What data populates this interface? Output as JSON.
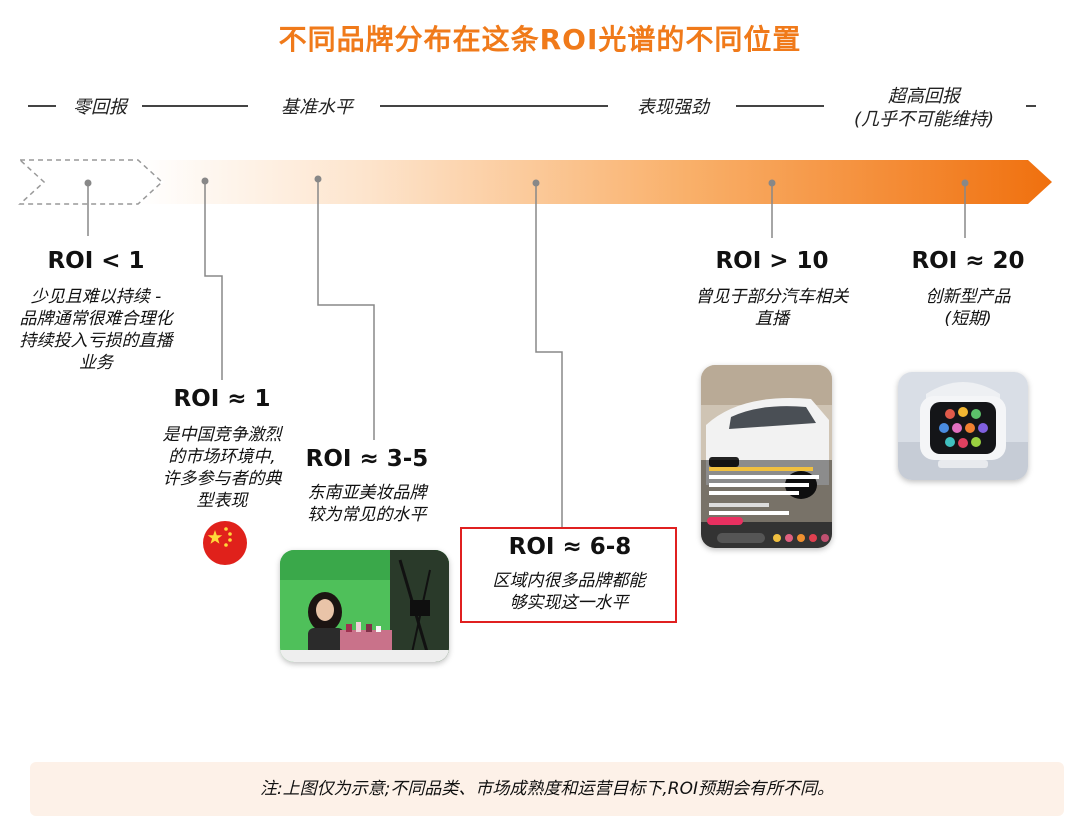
{
  "title": "不同品牌分布在这条ROI光谱的不同位置",
  "zones": [
    {
      "label": "零回报"
    },
    {
      "label": "基准水平"
    },
    {
      "label": "表现强劲"
    },
    {
      "label_lines": [
        "超高回报",
        "(几乎不可能维持)"
      ]
    }
  ],
  "markers": [
    {
      "roi": "ROI < 1",
      "desc": [
        "少见且难以持续 -",
        "品牌通常很难合理化",
        "持续投入亏损的直播",
        "业务"
      ]
    },
    {
      "roi": "ROI ≈ 1",
      "desc": [
        "是中国竞争激烈",
        "的市场环境中,",
        "许多参与者的典",
        "型表现"
      ]
    },
    {
      "roi": "ROI ≈ 3-5",
      "desc": [
        "东南亚美妆品牌",
        "较为常见的水平"
      ]
    },
    {
      "roi": "ROI ≈ 6-8",
      "desc": [
        "区域内很多品牌都能",
        "够实现这一水平"
      ]
    },
    {
      "roi": "ROI > 10",
      "desc": [
        "曾见于部分汽车相关",
        "直播"
      ]
    },
    {
      "roi": "ROI ≈ 20",
      "desc": [
        "创新型产品",
        "(短期)"
      ]
    }
  ],
  "colors": {
    "accent": "#f07a1a",
    "highlight": "#e02020",
    "note_bg": "#fdf1e8"
  },
  "note": "注:上图仅为示意;不同品类、市场成熟度和运营目标下,ROI预期会有所不同。"
}
